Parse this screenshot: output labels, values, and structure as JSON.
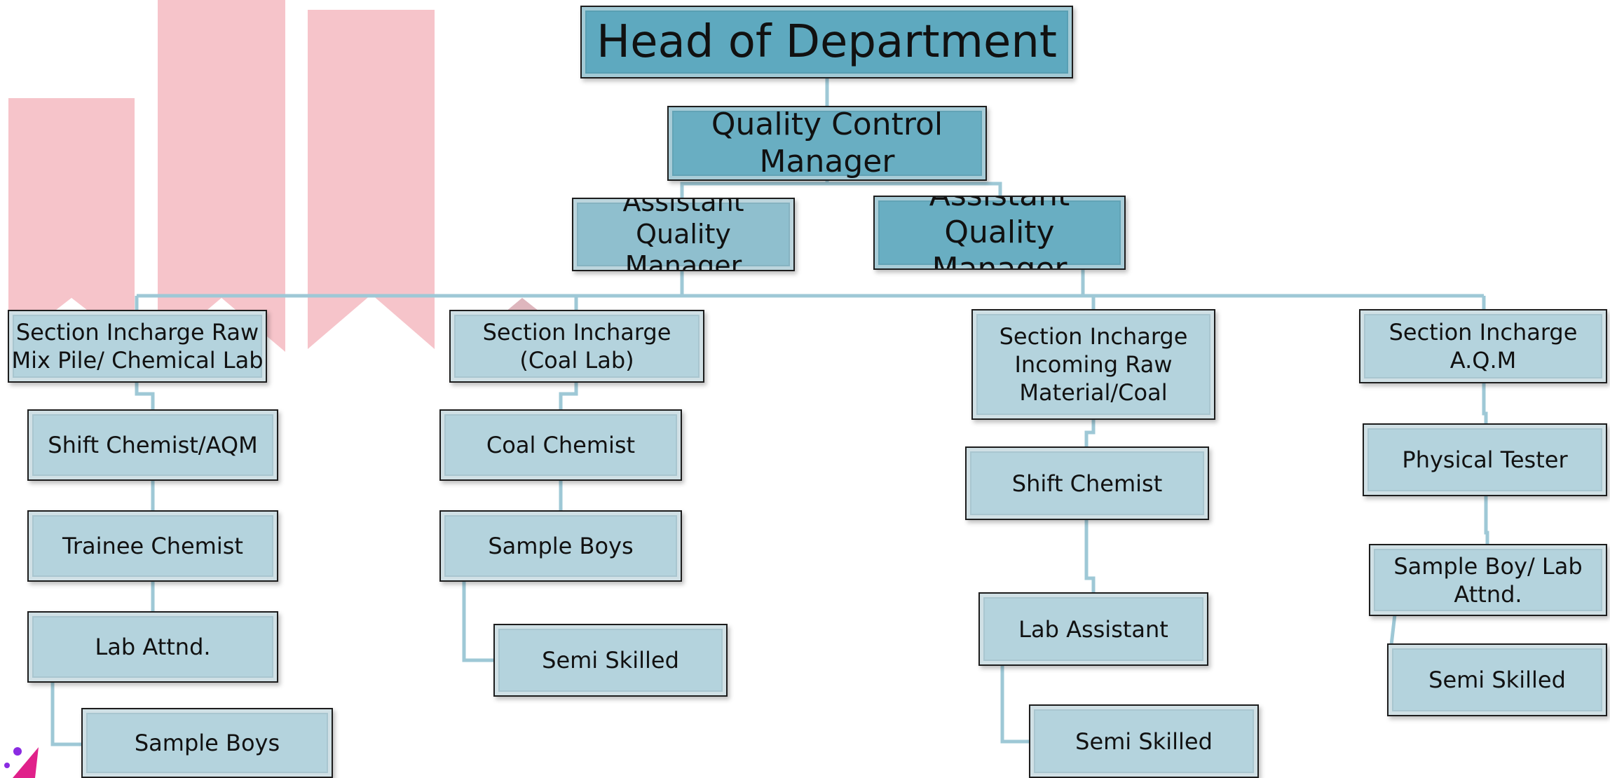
{
  "colors": {
    "connector": "#9ec8d6",
    "top_fill": "#5ea9bf",
    "mid_fill": "#69aec2",
    "assistant_fill": "#8fbfce",
    "box_fill": "#b4d3dd",
    "decor_pink": "#f6c1c7",
    "logo_purple": "#8a2be2",
    "logo_magenta": "#e0218a"
  },
  "chart": {
    "head": "Head of Department",
    "qc_manager": "Quality Control\nManager",
    "aqm_left": "Assistant Quality\nManager",
    "aqm_right": "Assistant Quality\nManager",
    "columns": [
      {
        "section": "Section Incharge Raw\nMix Pile/ Chemical Lab",
        "items": [
          "Shift Chemist/AQM",
          "Trainee Chemist",
          "Lab Attnd.",
          "Sample Boys"
        ]
      },
      {
        "section": "Section Incharge\n(Coal Lab)",
        "items": [
          "Coal Chemist",
          "Sample Boys",
          "Semi Skilled"
        ]
      },
      {
        "section": "Section Incharge\nIncoming Raw\nMaterial/Coal",
        "items": [
          "Shift Chemist",
          "Lab Assistant",
          "Semi Skilled"
        ]
      },
      {
        "section": "Section Incharge\nA.Q.M",
        "items": [
          "Physical Tester",
          "Sample Boy/ Lab\nAttnd.",
          "Semi Skilled"
        ]
      }
    ]
  }
}
